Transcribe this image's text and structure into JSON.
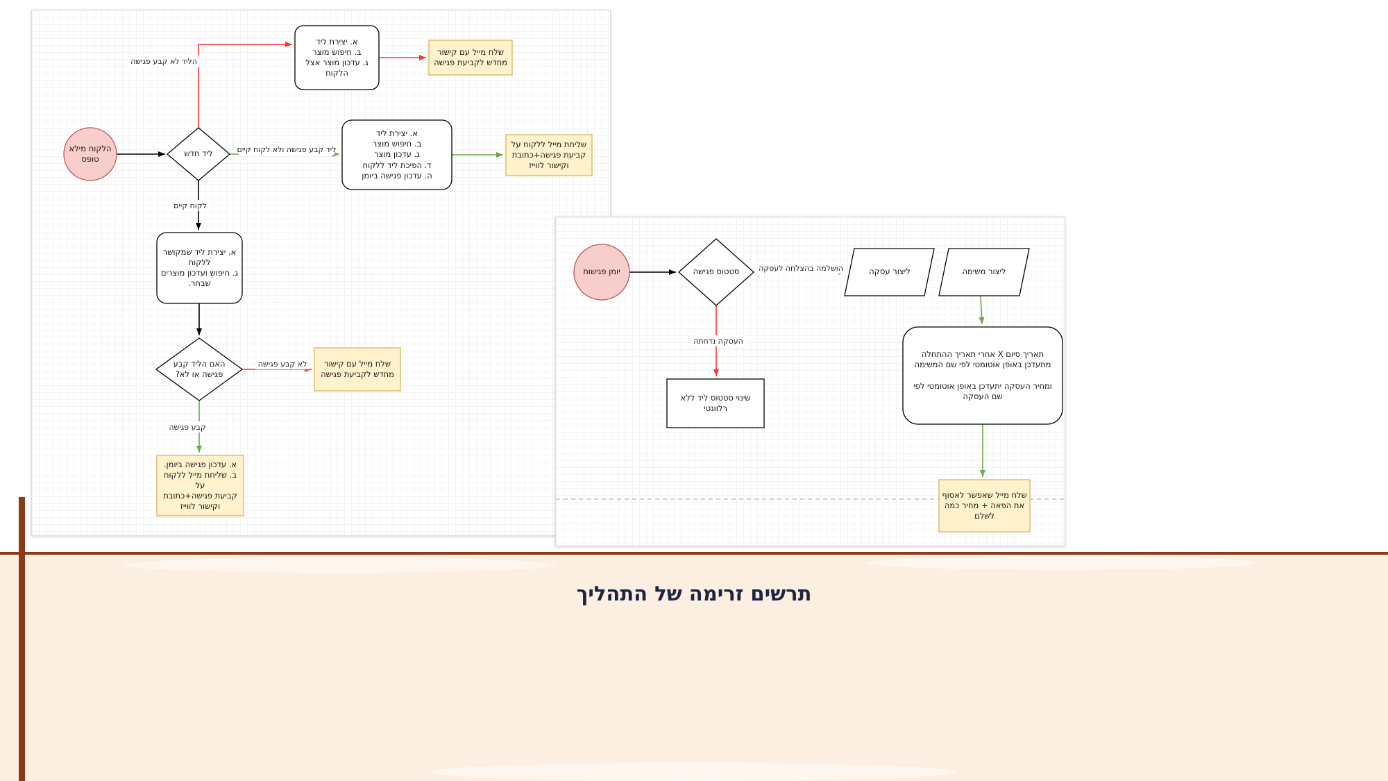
{
  "caption": "תרשים זרימה של התהליך",
  "diagram1": {
    "start": "הלקוח מילא\nטופס",
    "decision_new_lead": "ליד חדש",
    "edge_no_meeting_top": "הליד לא קבע פגישה",
    "process_new_no_meeting": "א. יצירת ליד\nב. חיפוש מוצר\nג. עדכון מוצר אצל הלקוח",
    "note_resend_link_top": "שלח מייל עם קישור\nמחדש לקביעת פגישה",
    "edge_meeting_not_customer": "ליד קבע פגישה ולא לקוח קיים",
    "process_new_meeting": "א. יצירת ליד\nב. חיפוש מוצר\nג. עדכון מוצר\nד. הפיכת ליד ללקוח\nה. עדכון פגישה ביומן",
    "note_meeting_mail": "שליחת מייל ללקוח על\nקביעת פגישה+כתובת\nוקישור לווייז",
    "edge_existing_customer": "לקוח קיים",
    "process_existing_customer": "א. יצירת ליד שמקושר\nללקוח\nג. חיפוש ועדכון מוצרים\nשבחר.",
    "decision_meeting_set": "האם הליד קבע\nפגישה או לא?",
    "edge_no_meeting_bottom": "לא קבע פגישה",
    "note_resend_link_bottom": "שלח מייל עם קישור\nמחדש לקביעת פגישה",
    "edge_meeting_set": "קבע פגישה",
    "note_update_calendar": "א. עדכון פגישה ביומן.\nב. שליחת מייל ללקוח על\nקביעת פגישה+כתובת\nוקישור לווייז"
  },
  "diagram2": {
    "start": "יומן פגישות",
    "decision_status": "סטטוס פגישה",
    "edge_completed": "הושלמה בהצלחה לעסקה",
    "create_deal": "ליצור עסקה",
    "create_task": "ליצור משימה",
    "edge_rejected": "העסקה נדחתה",
    "process_status_change": "שינוי סטטוס ליד ללא\nרלוונטי",
    "process_auto_update": "תאריך סיום X אחרי תאריך ההתחלה\nמתעדכן באופן אוטומטי לפי שם המשימה\n\nומחיר העסקה יתעדכן באופן אוטומטי לפי\nשם העסקה",
    "note_pickup_mail": "שלח מייל שאפשר לאסוף\nאת הפאה + מחיר כמה\nלשלם"
  },
  "colors": {
    "circle_fill": "#f8cecc",
    "circle_stroke": "#b85450",
    "note_fill": "#fff2cc",
    "note_stroke": "#d6b656",
    "red_edge": "#ff3333",
    "green_edge": "#6aa84f",
    "black_edge": "#000000",
    "footer_accent": "#8a3a18",
    "footer_band": "#fcefe1",
    "caption_color": "#1b2440"
  }
}
